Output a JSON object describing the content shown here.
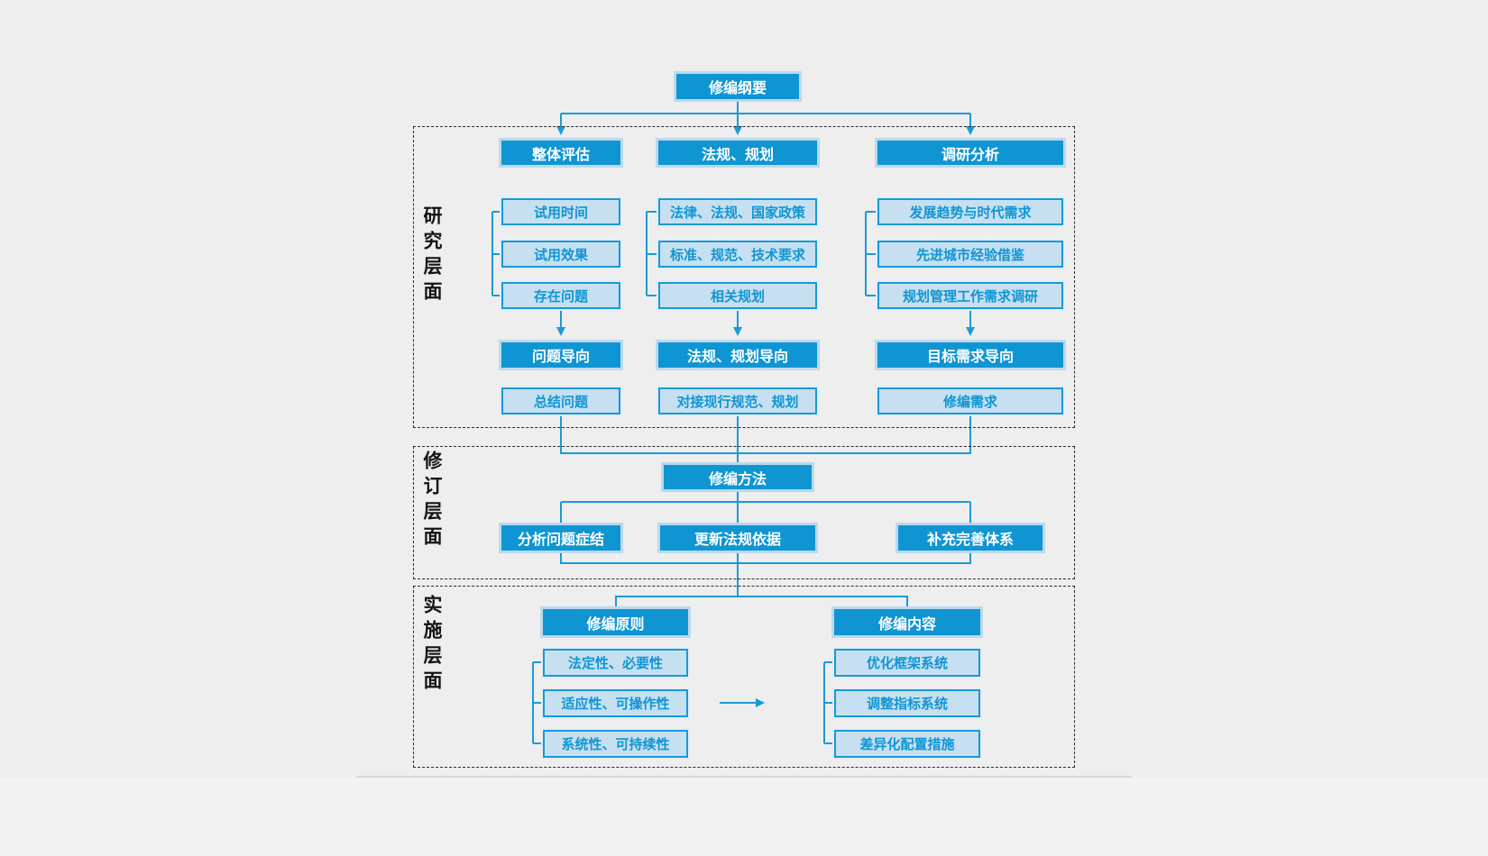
{
  "root": {
    "label": "修编纲要"
  },
  "sections": [
    {
      "label": "研究层面",
      "columns": [
        {
          "header": "整体评估",
          "items": [
            "试用时间",
            "试用效果",
            "存在问题"
          ],
          "direction": "问题导向",
          "summary": "总结问题"
        },
        {
          "header": "法规、规划",
          "items": [
            "法律、法规、国家政策",
            "标准、规范、技术要求",
            "相关规划"
          ],
          "direction": "法规、规划导向",
          "summary": "对接现行规范、规划"
        },
        {
          "header": "调研分析",
          "items": [
            "发展趋势与时代需求",
            "先进城市经验借鉴",
            "规划管理工作需求调研"
          ],
          "direction": "目标需求导向",
          "summary": "修编需求"
        }
      ]
    },
    {
      "label": "修订层面",
      "method": "修编方法",
      "actions": [
        "分析问题症结",
        "更新法规依据",
        "补充完善体系"
      ]
    },
    {
      "label": "实施层面",
      "groups": [
        {
          "header": "修编原则",
          "items": [
            "法定性、必要性",
            "适应性、可操作性",
            "系统性、可持续性"
          ]
        },
        {
          "header": "修编内容",
          "items": [
            "优化框架系统",
            "调整指标系统",
            "差异化配置措施"
          ]
        }
      ]
    }
  ],
  "colors": {
    "solid": "#1095d3",
    "lightfill": "#c6e0f2",
    "lightborder": "#1b98d5",
    "bluetext": "#1095d3",
    "connector": "#1b9ad8",
    "bg": "#eeeeee"
  }
}
